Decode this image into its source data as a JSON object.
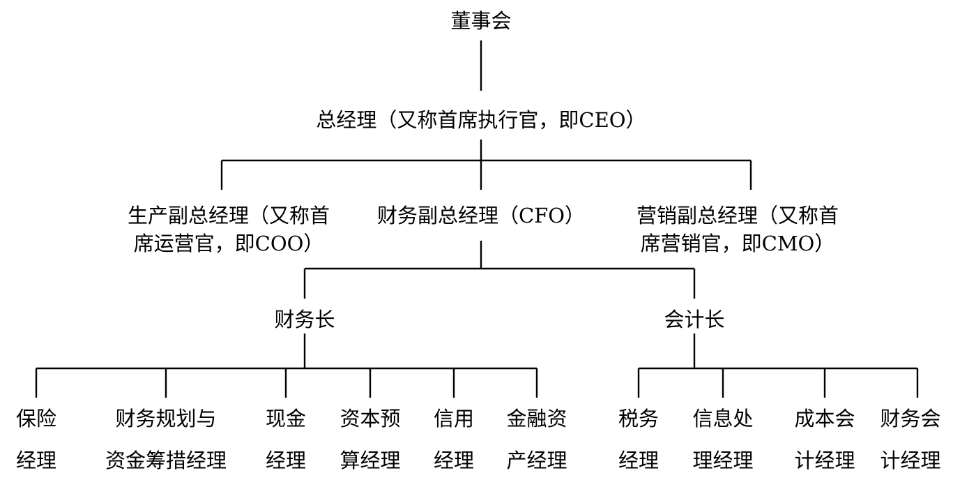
{
  "nodes": {
    "board": [
      "董事会"
    ],
    "ceo": [
      "总经理（又称首席执行官，即CEO）"
    ],
    "coo": [
      "生产副总经理（又称首",
      "席运营官，即COO）"
    ],
    "cfo": [
      "财务副总经理（CFO）"
    ],
    "cmo": [
      "营销副总经理（又称首",
      "席营销官，即CMO）"
    ],
    "treasurer": [
      "财务长"
    ],
    "controller": [
      "会计长"
    ],
    "insurance_manager": [
      "保险",
      "经理"
    ],
    "financial_planning_manager": [
      "财务规划与",
      "资金筹措经理"
    ],
    "cash_manager": [
      "现金",
      "经理"
    ],
    "capital_budget_manager": [
      "资本预",
      "算经理"
    ],
    "credit_manager": [
      "信用",
      "经理"
    ],
    "financial_asset_manager": [
      "金融资",
      "产经理"
    ],
    "tax_manager": [
      "税务",
      "经理"
    ],
    "info_processing_manager": [
      "信息处",
      "理经理"
    ],
    "cost_accounting_manager": [
      "成本会",
      "计经理"
    ],
    "financial_accounting_manager": [
      "财务会",
      "计经理"
    ]
  },
  "line_color": "#000000",
  "background_color": "#ffffff"
}
